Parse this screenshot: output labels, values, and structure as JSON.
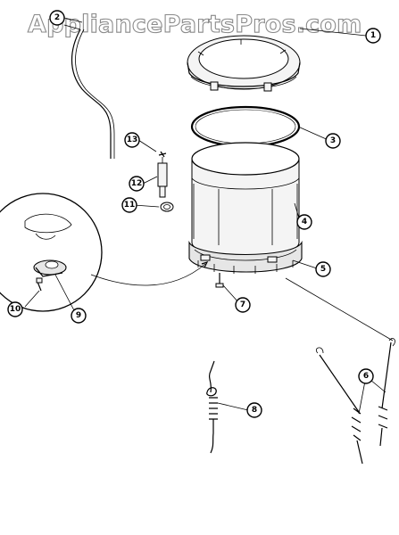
{
  "watermark": "AppliancePartsPros.com",
  "callouts": [
    {
      "id": "c1",
      "label": "1"
    },
    {
      "id": "c2",
      "label": "2"
    },
    {
      "id": "c3",
      "label": "3"
    },
    {
      "id": "c4",
      "label": "4"
    },
    {
      "id": "c5",
      "label": "5"
    },
    {
      "id": "c6",
      "label": "6"
    },
    {
      "id": "c7",
      "label": "7"
    },
    {
      "id": "c8",
      "label": "8"
    },
    {
      "id": "c9",
      "label": "9"
    },
    {
      "id": "c10",
      "label": "10"
    },
    {
      "id": "c11",
      "label": "11"
    },
    {
      "id": "c12",
      "label": "12"
    },
    {
      "id": "c13",
      "label": "13"
    }
  ]
}
